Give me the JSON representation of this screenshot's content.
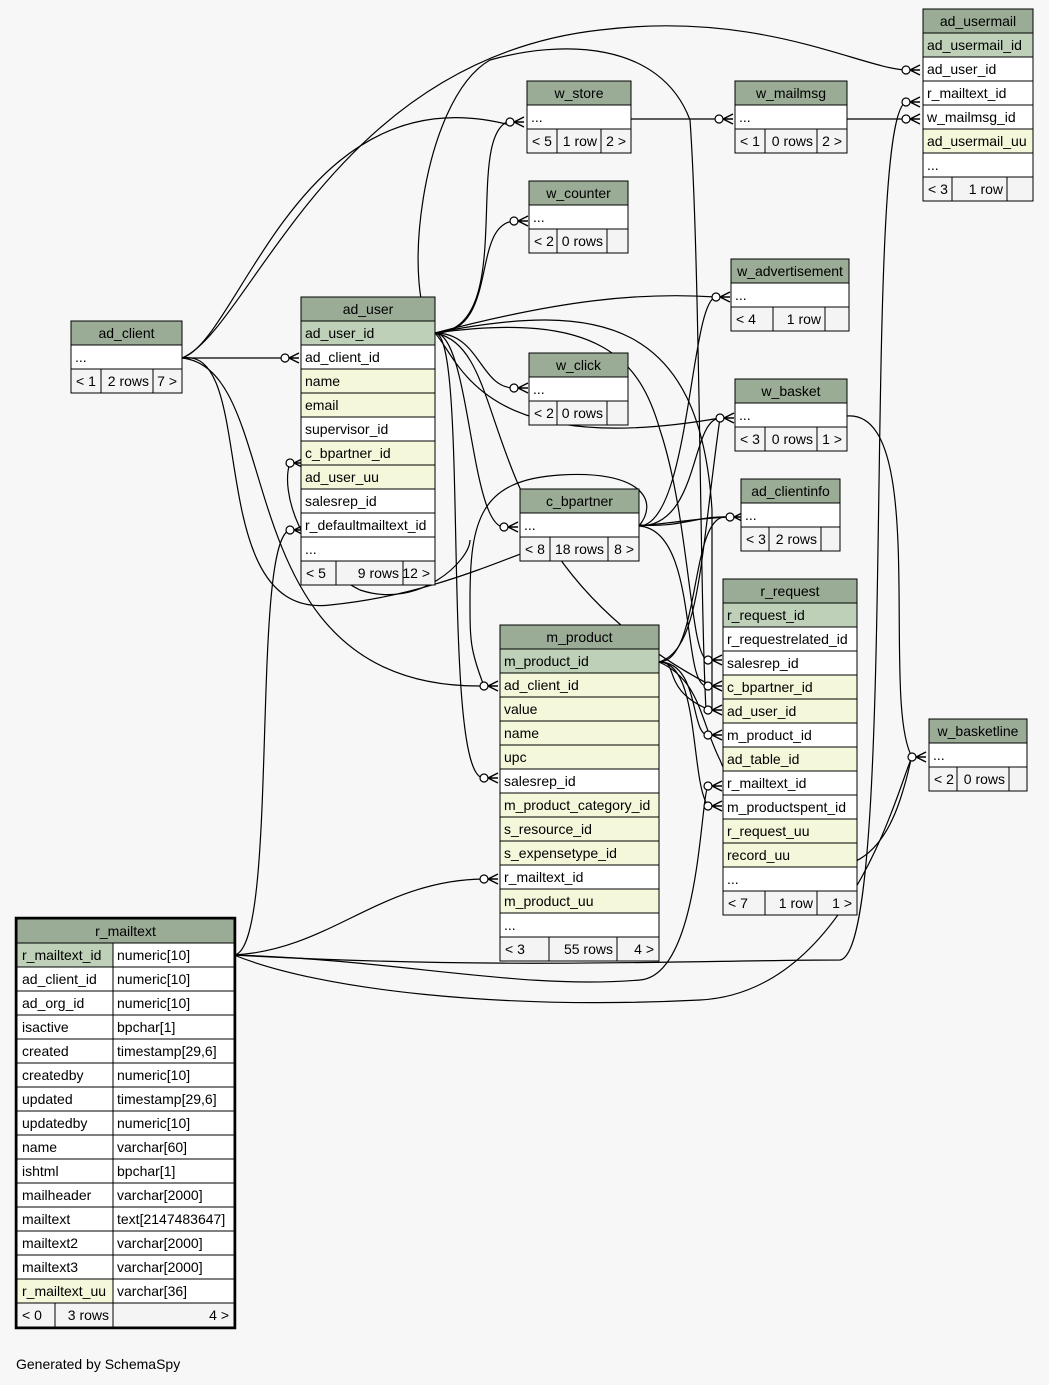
{
  "colors": {
    "header": "#9aab96",
    "primary_key": "#bed1b8",
    "indexed": "#f4f7da",
    "plain": "#ffffff",
    "footer_row": "#f4f4f4",
    "background": "#f7f7f7",
    "line": "#000000"
  },
  "footer_text": "Generated by SchemaSpy",
  "tables": [
    {
      "id": "ad_usermail",
      "name": "ad_usermail",
      "rows": [
        {
          "text": "ad_usermail_id",
          "kind": "pk"
        },
        {
          "text": "ad_user_id",
          "kind": "plain"
        },
        {
          "text": "r_mailtext_id",
          "kind": "plain"
        },
        {
          "text": "w_mailmsg_id",
          "kind": "plain"
        },
        {
          "text": "ad_usermail_uu",
          "kind": "idx"
        },
        {
          "text": "...",
          "kind": "plain"
        }
      ],
      "footer": [
        "< 3",
        "1 row",
        ""
      ]
    },
    {
      "id": "w_store",
      "name": "w_store",
      "rows": [
        {
          "text": "...",
          "kind": "plain"
        }
      ],
      "footer": [
        "< 5",
        "1 row",
        "2 >"
      ]
    },
    {
      "id": "w_mailmsg",
      "name": "w_mailmsg",
      "rows": [
        {
          "text": "...",
          "kind": "plain"
        }
      ],
      "footer": [
        "< 1",
        "0 rows",
        "2 >"
      ]
    },
    {
      "id": "w_counter",
      "name": "w_counter",
      "rows": [
        {
          "text": "...",
          "kind": "plain"
        }
      ],
      "footer": [
        "< 2",
        "0 rows",
        ""
      ]
    },
    {
      "id": "w_advertisement",
      "name": "w_advertisement",
      "rows": [
        {
          "text": "...",
          "kind": "plain"
        }
      ],
      "footer": [
        "< 4",
        "1 row",
        ""
      ]
    },
    {
      "id": "ad_client",
      "name": "ad_client",
      "rows": [
        {
          "text": "...",
          "kind": "plain"
        }
      ],
      "footer": [
        "< 1",
        "2 rows",
        "7 >"
      ]
    },
    {
      "id": "ad_user",
      "name": "ad_user",
      "rows": [
        {
          "text": "ad_user_id",
          "kind": "pk"
        },
        {
          "text": "ad_client_id",
          "kind": "plain"
        },
        {
          "text": "name",
          "kind": "idx"
        },
        {
          "text": "email",
          "kind": "idx"
        },
        {
          "text": "supervisor_id",
          "kind": "plain"
        },
        {
          "text": "c_bpartner_id",
          "kind": "idx"
        },
        {
          "text": "ad_user_uu",
          "kind": "idx"
        },
        {
          "text": "salesrep_id",
          "kind": "plain"
        },
        {
          "text": "r_defaultmailtext_id",
          "kind": "plain"
        },
        {
          "text": "...",
          "kind": "plain"
        }
      ],
      "footer": [
        "< 5",
        "9 rows",
        "12 >"
      ]
    },
    {
      "id": "w_click",
      "name": "w_click",
      "rows": [
        {
          "text": "...",
          "kind": "plain"
        }
      ],
      "footer": [
        "< 2",
        "0 rows",
        ""
      ]
    },
    {
      "id": "w_basket",
      "name": "w_basket",
      "rows": [
        {
          "text": "...",
          "kind": "plain"
        }
      ],
      "footer": [
        "< 3",
        "0 rows",
        "1 >"
      ]
    },
    {
      "id": "ad_clientinfo",
      "name": "ad_clientinfo",
      "rows": [
        {
          "text": "...",
          "kind": "plain"
        }
      ],
      "footer": [
        "< 3",
        "2 rows",
        ""
      ]
    },
    {
      "id": "c_bpartner",
      "name": "c_bpartner",
      "rows": [
        {
          "text": "...",
          "kind": "plain"
        }
      ],
      "footer": [
        "< 8",
        "18 rows",
        "8 >"
      ]
    },
    {
      "id": "r_request",
      "name": "r_request",
      "rows": [
        {
          "text": "r_request_id",
          "kind": "pk"
        },
        {
          "text": "r_requestrelated_id",
          "kind": "plain"
        },
        {
          "text": "salesrep_id",
          "kind": "plain"
        },
        {
          "text": "c_bpartner_id",
          "kind": "idx"
        },
        {
          "text": "ad_user_id",
          "kind": "idx"
        },
        {
          "text": "m_product_id",
          "kind": "plain"
        },
        {
          "text": "ad_table_id",
          "kind": "idx"
        },
        {
          "text": "r_mailtext_id",
          "kind": "plain"
        },
        {
          "text": "m_productspent_id",
          "kind": "plain"
        },
        {
          "text": "r_request_uu",
          "kind": "idx"
        },
        {
          "text": "record_uu",
          "kind": "idx"
        },
        {
          "text": "...",
          "kind": "plain"
        }
      ],
      "footer": [
        "< 7",
        "1 row",
        "1 >"
      ]
    },
    {
      "id": "m_product",
      "name": "m_product",
      "rows": [
        {
          "text": "m_product_id",
          "kind": "pk"
        },
        {
          "text": "ad_client_id",
          "kind": "idx"
        },
        {
          "text": "value",
          "kind": "idx"
        },
        {
          "text": "name",
          "kind": "idx"
        },
        {
          "text": "upc",
          "kind": "idx"
        },
        {
          "text": "salesrep_id",
          "kind": "plain"
        },
        {
          "text": "m_product_category_id",
          "kind": "idx"
        },
        {
          "text": "s_resource_id",
          "kind": "idx"
        },
        {
          "text": "s_expensetype_id",
          "kind": "idx"
        },
        {
          "text": "r_mailtext_id",
          "kind": "plain"
        },
        {
          "text": "m_product_uu",
          "kind": "idx"
        },
        {
          "text": "...",
          "kind": "plain"
        }
      ],
      "footer": [
        "< 3",
        "55 rows",
        "4 >"
      ]
    },
    {
      "id": "w_basketline",
      "name": "w_basketline",
      "rows": [
        {
          "text": "...",
          "kind": "plain"
        }
      ],
      "footer": [
        "< 2",
        "0 rows",
        ""
      ]
    },
    {
      "id": "r_mailtext",
      "name": "r_mailtext",
      "focus": true,
      "rows": [
        {
          "text": "r_mailtext_id",
          "type": "numeric[10]",
          "kind": "pk"
        },
        {
          "text": "ad_client_id",
          "type": "numeric[10]",
          "kind": "plain"
        },
        {
          "text": "ad_org_id",
          "type": "numeric[10]",
          "kind": "plain"
        },
        {
          "text": "isactive",
          "type": "bpchar[1]",
          "kind": "plain"
        },
        {
          "text": "created",
          "type": "timestamp[29,6]",
          "kind": "plain"
        },
        {
          "text": "createdby",
          "type": "numeric[10]",
          "kind": "plain"
        },
        {
          "text": "updated",
          "type": "timestamp[29,6]",
          "kind": "plain"
        },
        {
          "text": "updatedby",
          "type": "numeric[10]",
          "kind": "plain"
        },
        {
          "text": "name",
          "type": "varchar[60]",
          "kind": "plain"
        },
        {
          "text": "ishtml",
          "type": "bpchar[1]",
          "kind": "plain"
        },
        {
          "text": "mailheader",
          "type": "varchar[2000]",
          "kind": "plain"
        },
        {
          "text": "mailtext",
          "type": "text[2147483647]",
          "kind": "plain"
        },
        {
          "text": "mailtext2",
          "type": "varchar[2000]",
          "kind": "plain"
        },
        {
          "text": "mailtext3",
          "type": "varchar[2000]",
          "kind": "plain"
        },
        {
          "text": "r_mailtext_uu",
          "type": "varchar[36]",
          "kind": "idx"
        }
      ],
      "footer": [
        "< 0",
        "3 rows",
        "4 >"
      ]
    }
  ]
}
